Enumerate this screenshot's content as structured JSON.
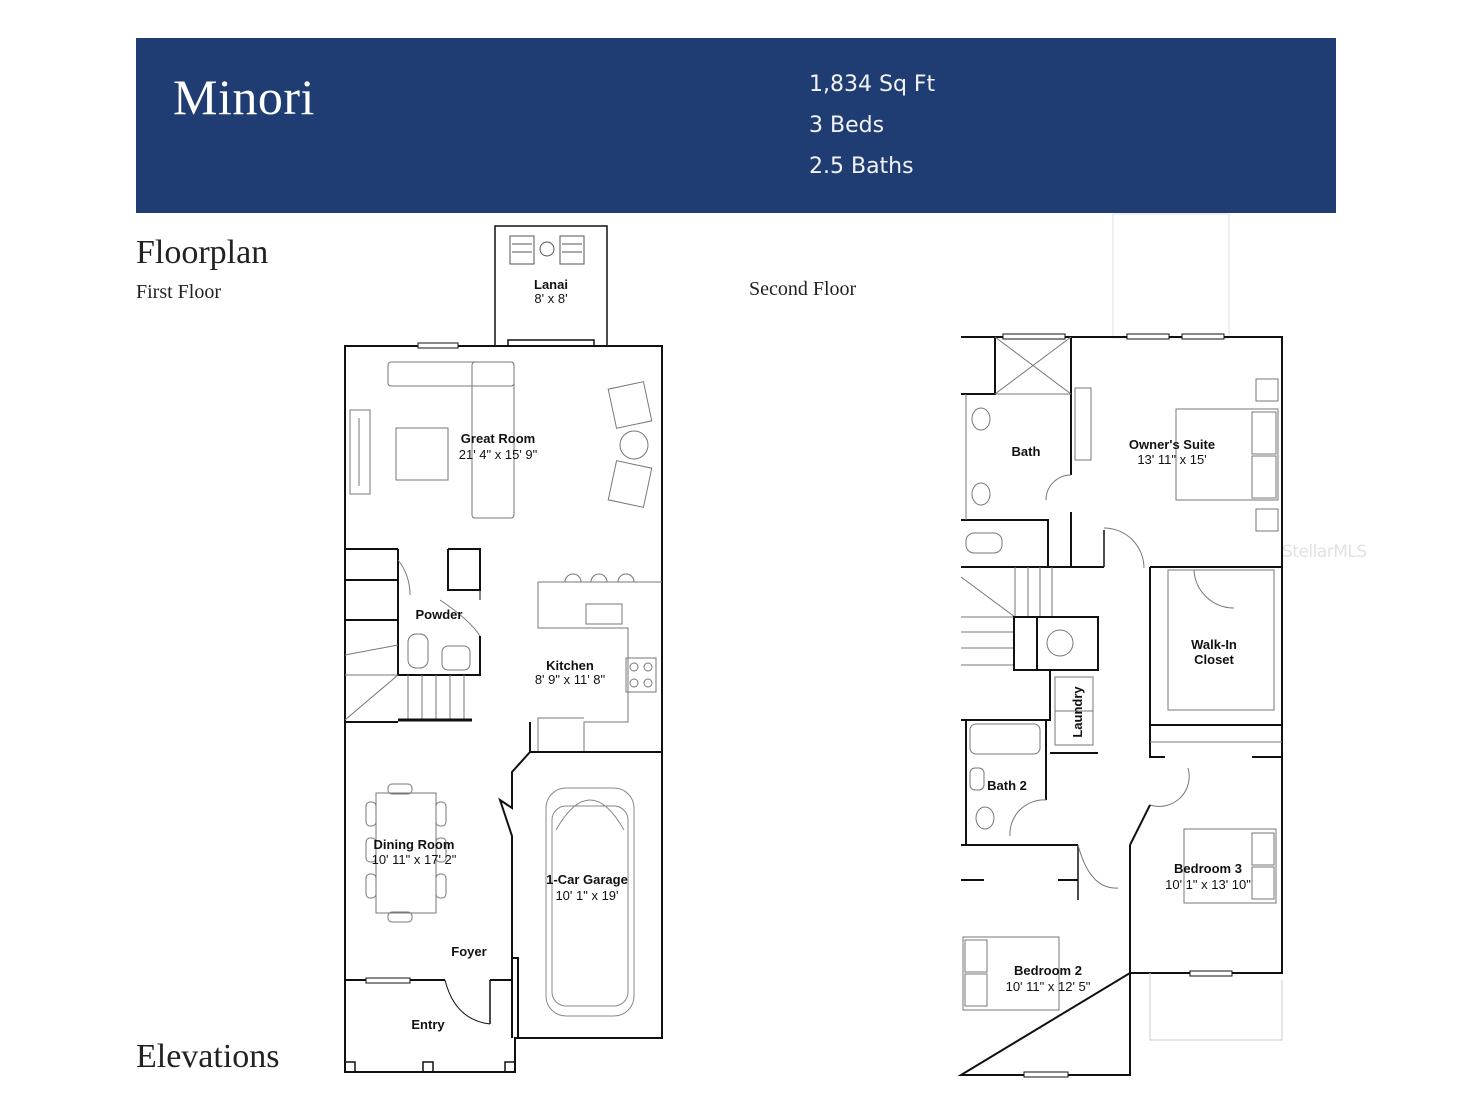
{
  "header": {
    "plan_name": "Minori",
    "specs": {
      "sqft": "1,834 Sq Ft",
      "beds": "3 Beds",
      "baths": "2.5 Baths"
    },
    "background_color": "#1f3d72"
  },
  "sections": {
    "floorplan_heading": "Floorplan",
    "first_floor_label": "First Floor",
    "second_floor_label": "Second Floor",
    "elevations_heading": "Elevations"
  },
  "first_floor": {
    "rooms": [
      {
        "name": "Lanai",
        "dims": "8' x 8'"
      },
      {
        "name": "Great Room",
        "dims": "21' 4\" x 15' 9\""
      },
      {
        "name": "Powder",
        "dims": ""
      },
      {
        "name": "Kitchen",
        "dims": "8' 9\" x 11' 8\""
      },
      {
        "name": "Dining Room",
        "dims": "10' 11\" x 17' 2\""
      },
      {
        "name": "1-Car Garage",
        "dims": "10' 1\" x 19'"
      },
      {
        "name": "Foyer",
        "dims": ""
      },
      {
        "name": "Entry",
        "dims": ""
      }
    ]
  },
  "second_floor": {
    "rooms": [
      {
        "name": "Bath",
        "dims": ""
      },
      {
        "name": "Owner's Suite",
        "dims": "13' 11\" x 15'"
      },
      {
        "name": "Walk-In",
        "dims": "Closet"
      },
      {
        "name": "Laundry",
        "dims": ""
      },
      {
        "name": "Bath 2",
        "dims": ""
      },
      {
        "name": "Bedroom 3",
        "dims": "10' 1\" x 13' 10\""
      },
      {
        "name": "Bedroom 2",
        "dims": "10' 11\" x 12' 5\""
      }
    ]
  },
  "watermark": "StellarMLS"
}
